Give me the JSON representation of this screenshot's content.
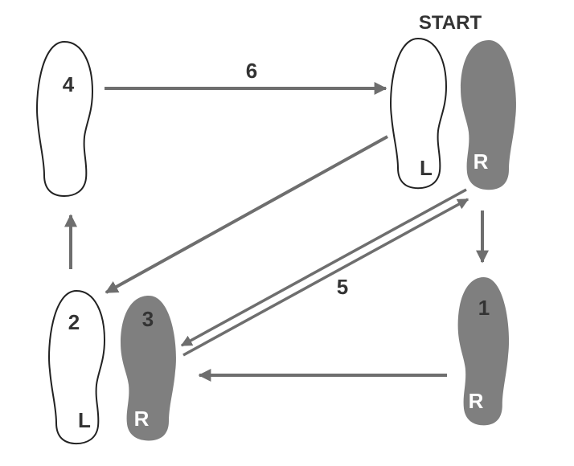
{
  "title": "START",
  "colors": {
    "arrow": "#6e6e6e",
    "right_foot": "#7f7f7f",
    "text": "#333333"
  },
  "feet": {
    "start_left": {
      "side": "L"
    },
    "start_right": {
      "side": "R"
    },
    "step1": {
      "number": "1",
      "side": "R"
    },
    "step2": {
      "number": "2",
      "side": "L"
    },
    "step3": {
      "number": "3",
      "side": "R"
    },
    "step4": {
      "number": "4"
    }
  },
  "arrow_labels": {
    "step5": "5",
    "step6": "6"
  }
}
